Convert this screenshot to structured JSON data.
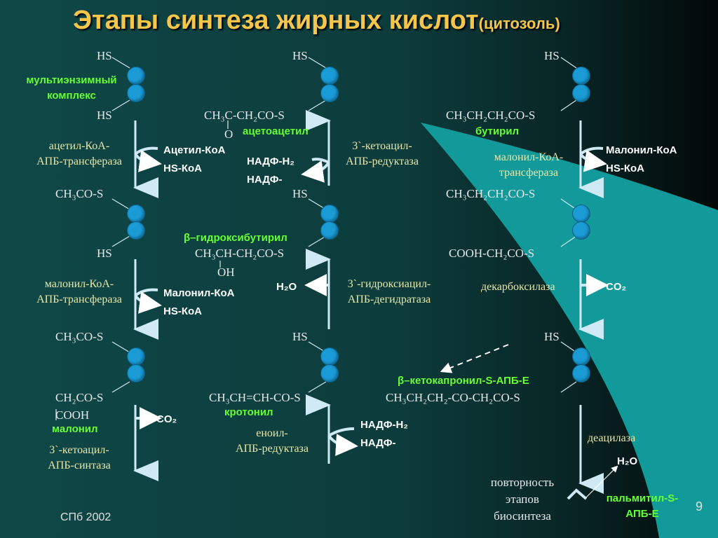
{
  "title": {
    "main": "Этапы синтеза жирных кислот",
    "sub": "(цитозоль)"
  },
  "footer": {
    "org": "СПб 2002",
    "page": "9"
  },
  "col1": {
    "hs_top": "HS",
    "complex": "мультиэнзимный комплекс",
    "hs_bottom": "HS",
    "enzyme1": "ацетил-КоА-\nАПБ-трансфераза",
    "in1": "Ацетил-КоА",
    "out1": "HS-КоА",
    "acetyl_top": "CH₃CO-S",
    "hs2": "HS",
    "enzyme2": "малонил-КоА-\nАПБ-трансфераза",
    "in2": "Малонил-КоА",
    "out2": "HS-КоА",
    "acetyl_top2": "CH₃CO-S",
    "malonyl_top": "CH₂CO-S",
    "malonyl_bot": "COOH",
    "malonyl_name": "малонил",
    "co2": "CO₂",
    "enzyme3": "3`-кетоацил-\nАПБ-синтаза"
  },
  "col2": {
    "hs_top": "HS",
    "acetoacetyl_formula": "CH₃C-CH₂CO-S",
    "o_label": "O",
    "acetoacetyl_name": "ацетоацетил",
    "enzyme1": "3`-кетоацил-\nАПБ-редуктаза",
    "nadph": "НАДФ-Н₂",
    "nadp": "НАДФ-",
    "hs2": "HS",
    "hb_name": "β–гидроксибутирил",
    "hb_formula": "CH₃CH-CH₂CO-S",
    "oh_label": "OH",
    "h2o": "H₂O",
    "enzyme2": "3`-гидроксиацил-\nАПБ-дегидратаза",
    "hs3": "HS",
    "crotonyl_formula": "CH₃CH=CH-CO-S",
    "crotonyl_name": "кротонил",
    "enzyme3": "еноил-\nАПБ-редуктаза",
    "nadph2": "НАДФ-Н₂",
    "nadp2": "НАДФ-"
  },
  "col3": {
    "hs_top": "HS",
    "butyryl_formula": "CH₃CH₂CH₂CO-S",
    "butyryl_name": "бутирил",
    "enzyme1": "малонил-КоА-\nтрансфераза",
    "in1": "Малонил-КоА",
    "out1": "HS-КоА",
    "butyryl2": "CH₃CH₂CH₂CO-S",
    "malonyl2": "COOH-CH₂CO-S",
    "enzyme2": "декарбоксилаза",
    "co2": "CO₂",
    "hs3": "HS",
    "ketocapronyl_name": "β–кетокапронил-S-АПБ-Е",
    "ketocapronyl_formula": "CH₃CH₂CH₂-CO-CH₂CO-S",
    "enzyme3": "деацилаза",
    "h2o": "H₂O",
    "repeat": "повторность\nэтапов\nбиосинтеза",
    "product": "пальмитил-S-\nАПБ-Е"
  }
}
